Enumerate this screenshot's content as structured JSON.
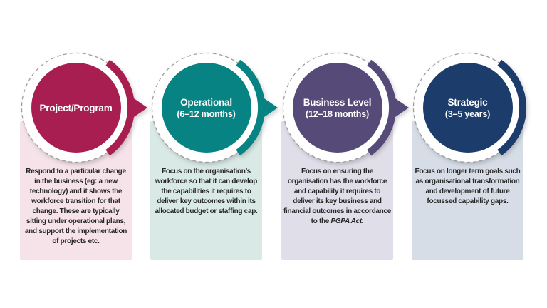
{
  "diagram": {
    "type": "process-flow",
    "description_of_flow": "Four workforce-planning horizons connected by right arrows",
    "background": "#FFFFFF",
    "dash_ring_color": "#9A9A9A",
    "body_text_color": "#262626",
    "circle_label_color": "#FFFFFF"
  },
  "steps": [
    {
      "label": "Project/Program",
      "sublabel": "",
      "description": "Respond to a particular change in the business (eg: a new technology) and it shows the workforce transition for that change. These are typically sitting under operational plans, and support the implementation of projects etc.",
      "description_italic": "",
      "accent": "#A91E50",
      "tint": "#F6E3EA"
    },
    {
      "label": "Operational",
      "sublabel": "(6–12 months)",
      "description": "Focus on the organisation’s workforce so that it can develop the capabilities it requires to deliver key outcomes within its allocated budget or staffing cap.",
      "description_italic": "",
      "accent": "#078383",
      "tint": "#D9EAE6"
    },
    {
      "label": "Business Level",
      "sublabel": "(12–18 months)",
      "description": "Focus on ensuring the organisation has the workforce and capability it requires to deliver its key business and financial outcomes in accordance to the ",
      "description_italic": "PGPA Act.",
      "accent": "#554A78",
      "tint": "#E0DEE9"
    },
    {
      "label": "Strategic",
      "sublabel": "(3–5 years)",
      "description": "Focus on longer term goals such as organisational transformation and development of future focussed capability gaps.",
      "description_italic": "",
      "accent": "#1C3D6B",
      "tint": "#D7DDE7"
    }
  ]
}
